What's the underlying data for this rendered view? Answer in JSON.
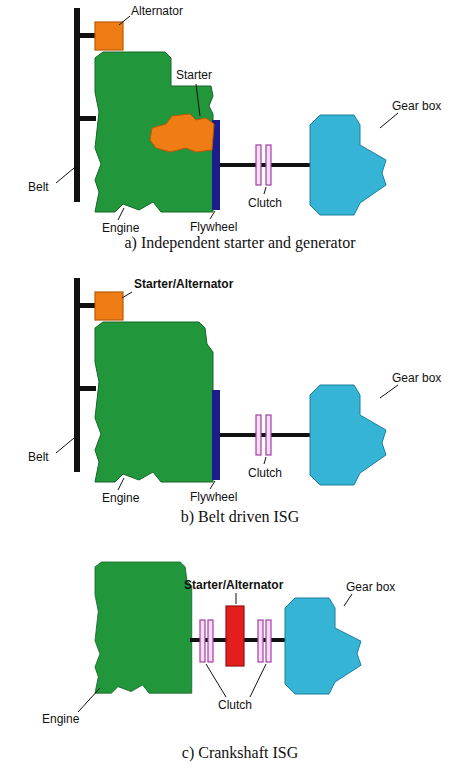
{
  "diagram": {
    "labels": [
      "Alternator",
      "Starter",
      "Gear box",
      "Belt",
      "Engine",
      "Flywheel",
      "Clutch",
      "a) Independent starter and generator",
      "Starter/Alternator",
      "Gear box",
      "Belt",
      "Engine",
      "Flywheel",
      "Clutch",
      "b) Belt driven ISG",
      "Starter/Alternator",
      "Gear box",
      "Engine",
      "Clutch",
      "c) Crankshaft ISG"
    ]
  }
}
